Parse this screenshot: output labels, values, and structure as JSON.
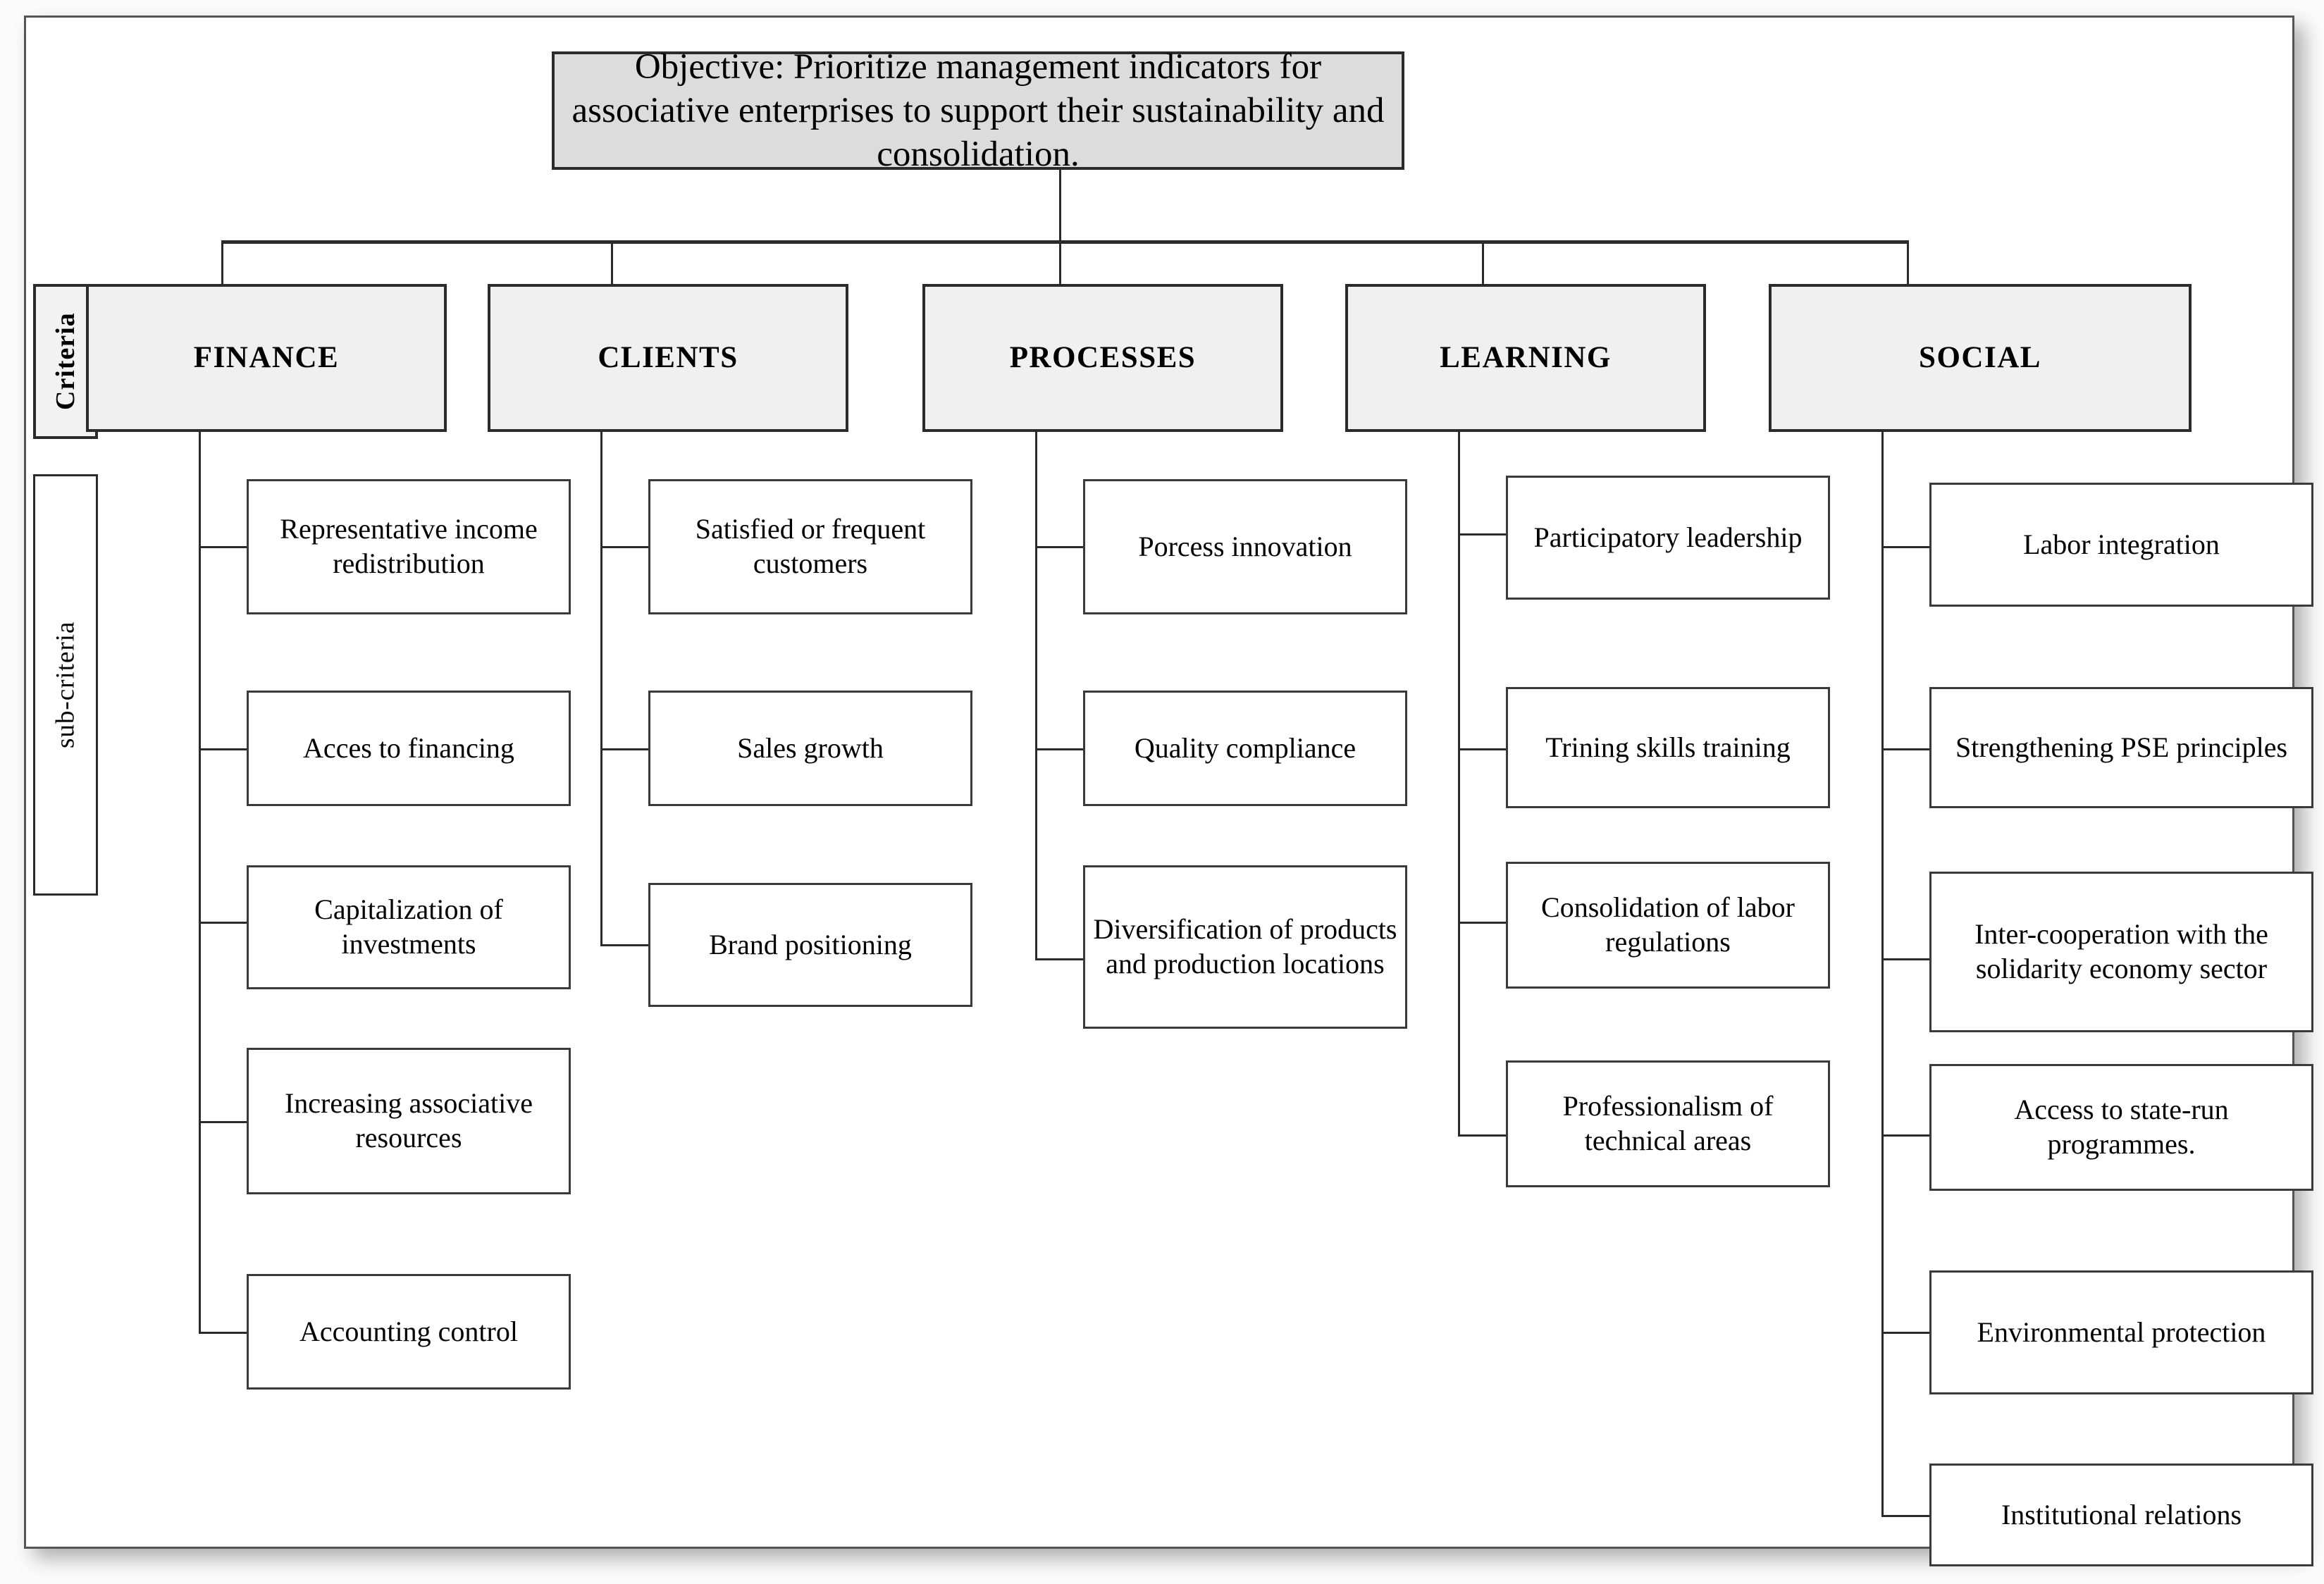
{
  "diagram": {
    "objective": {
      "text": "Objective: Prioritize management indicators for associative enterprises to support their sustainability and consolidation."
    },
    "level_labels": {
      "criteria": "Criteria",
      "sub_criteria": "sub-criteria"
    },
    "columns": [
      {
        "criterion": "FINANCE",
        "sub_criteria": [
          "Representative income redistribution",
          "Acces to financing",
          "Capitalization of investments",
          "Increasing associative resources",
          "Accounting control"
        ]
      },
      {
        "criterion": "CLIENTS",
        "sub_criteria": [
          "Satisfied or frequent customers",
          "Sales growth",
          "Brand positioning"
        ]
      },
      {
        "criterion": "PROCESSES",
        "sub_criteria": [
          "Porcess innovation",
          "Quality compliance",
          "Diversification of products and production locations"
        ]
      },
      {
        "criterion": "LEARNING",
        "sub_criteria": [
          "Participatory leadership",
          "Trining skills training",
          "Consolidation of labor regulations",
          "Professionalism of technical areas"
        ]
      },
      {
        "criterion": "SOCIAL",
        "sub_criteria": [
          "Labor integration",
          "Strengthening PSE principles",
          "Inter-cooperation with the solidarity economy sector",
          "Access to state-run programmes.",
          "Environmental protection",
          "Institutional relations"
        ]
      }
    ],
    "colors": {
      "objective_fill": "#dcdcdc",
      "criteria_fill": "#f0f0f0",
      "node_fill": "#ffffff",
      "border": "#2b2b2b",
      "text": "#000000"
    }
  }
}
